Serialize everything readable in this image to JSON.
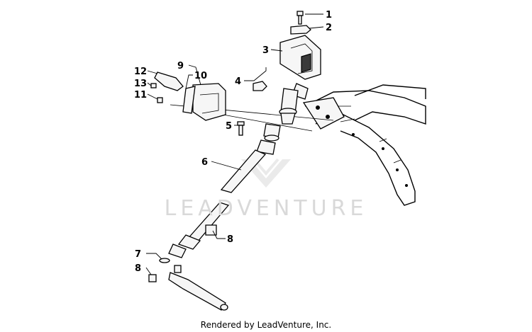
{
  "watermark": {
    "text": "LEADVENTURE"
  },
  "footer": {
    "text": "Rendered by LeadVenture, Inc."
  },
  "callouts": [
    {
      "id": "1",
      "label": "1"
    },
    {
      "id": "2",
      "label": "2"
    },
    {
      "id": "3",
      "label": "3"
    },
    {
      "id": "4",
      "label": "4"
    },
    {
      "id": "5",
      "label": "5"
    },
    {
      "id": "6",
      "label": "6"
    },
    {
      "id": "7",
      "label": "7"
    },
    {
      "id": "8a",
      "label": "8"
    },
    {
      "id": "8b",
      "label": "8"
    },
    {
      "id": "9",
      "label": "9"
    },
    {
      "id": "10",
      "label": "10"
    },
    {
      "id": "11",
      "label": "11"
    },
    {
      "id": "12",
      "label": "12"
    },
    {
      "id": "13",
      "label": "13"
    }
  ]
}
